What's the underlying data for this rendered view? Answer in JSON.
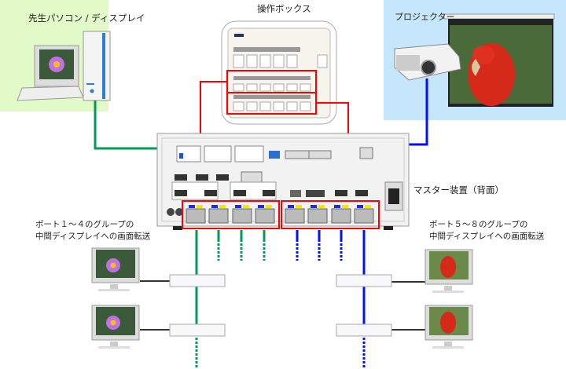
{
  "teacher": {
    "label": "先生パソコン / ディスプレイ"
  },
  "control_box": {
    "label": "操作ボックス"
  },
  "projector": {
    "label": "プロジェクター"
  },
  "master": {
    "label": "マスター装置（背面）"
  },
  "group_left": {
    "line1": "ポート１～４のグループの",
    "line2": "中間ディスプレイへの画面転送"
  },
  "group_right": {
    "line1": "ポート５～８のグループの",
    "line2": "中間ディスプレイへの画面転送"
  },
  "colors": {
    "green": "#009a5a",
    "blue": "#0010ff",
    "red": "#ff0000",
    "pc_bg": "#e2f9c8",
    "proj_bg": "#c6e6fc"
  }
}
